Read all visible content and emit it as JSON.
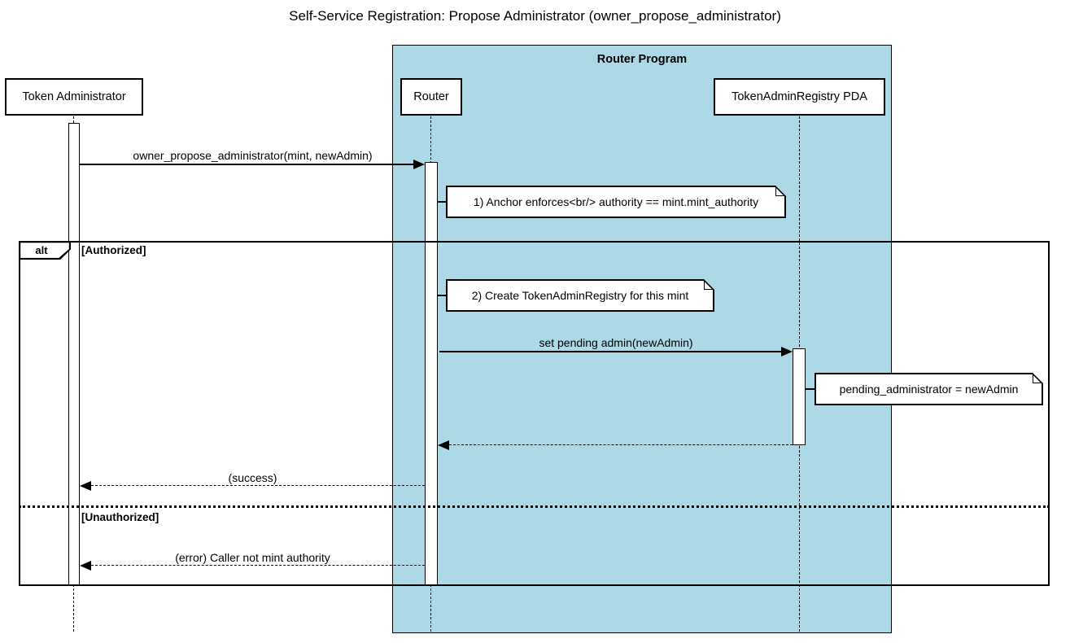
{
  "diagram": {
    "title": "Self-Service Registration: Propose Administrator (owner_propose_administrator)",
    "program_box": {
      "label": "Router Program"
    },
    "participants": [
      {
        "label": "Token Administrator"
      },
      {
        "label": "Router"
      },
      {
        "label": "TokenAdminRegistry PDA"
      }
    ],
    "messages": [
      {
        "label": "owner_propose_administrator(mint, newAdmin)",
        "type": "solid",
        "from": "Token Administrator",
        "to": "Router"
      },
      {
        "label": "set pending admin(newAdmin)",
        "type": "solid",
        "from": "Router",
        "to": "TokenAdminRegistry PDA"
      },
      {
        "label": "",
        "type": "dashed-return",
        "from": "TokenAdminRegistry PDA",
        "to": "Router"
      },
      {
        "label": "(success)",
        "type": "dashed-return",
        "from": "Router",
        "to": "Token Administrator"
      },
      {
        "label": "(error) Caller not mint authority",
        "type": "dashed-return",
        "from": "Router",
        "to": "Token Administrator"
      }
    ],
    "notes": [
      {
        "text": "1) Anchor enforces<br/> authority == mint.mint_authority"
      },
      {
        "text": "2) Create TokenAdminRegistry for this mint"
      },
      {
        "text": "pending_administrator = newAdmin"
      }
    ],
    "alt_frame": {
      "operator": "alt",
      "branch_authorized": "[Authorized]",
      "branch_unauthorized": "[Unauthorized]"
    },
    "colors": {
      "program_background": "#ADD8E6",
      "note_background": "#FFFFFF",
      "line": "#000000"
    }
  }
}
